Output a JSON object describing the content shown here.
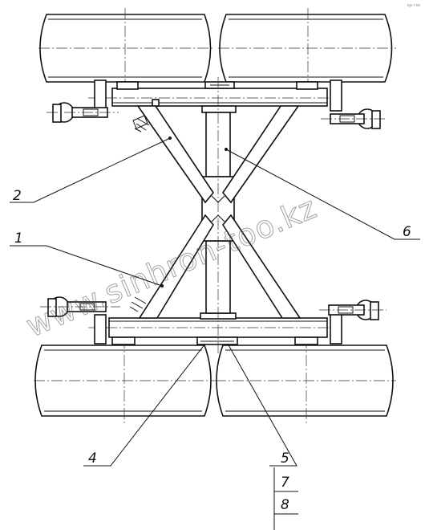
{
  "corner_mark": "кр-гос",
  "watermark": "www.sinhron-too.kz",
  "callouts": [
    {
      "id": "1",
      "text": "1"
    },
    {
      "id": "2",
      "text": "2"
    },
    {
      "id": "4",
      "text": "4"
    },
    {
      "id": "5",
      "text": "5"
    },
    {
      "id": "6",
      "text": "6"
    },
    {
      "id": "7",
      "text": "7"
    },
    {
      "id": "8",
      "text": "8"
    }
  ]
}
